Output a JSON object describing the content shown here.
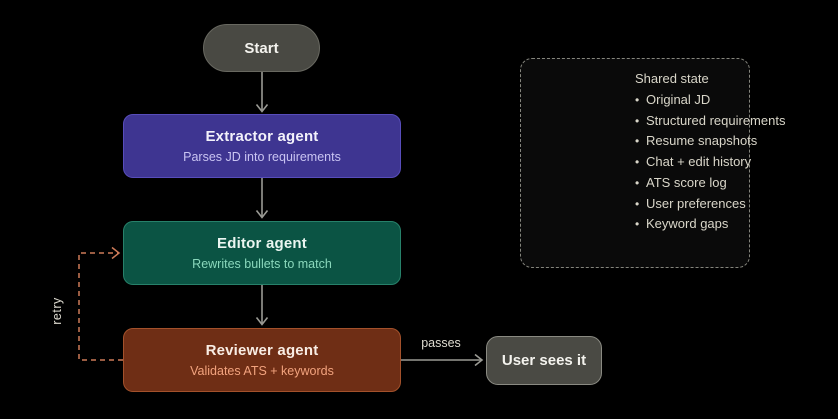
{
  "diagram": {
    "nodes": {
      "start": {
        "label": "Start",
        "fill": "#494943",
        "border": "#686860"
      },
      "extractor": {
        "title": "Extractor agent",
        "subtitle": "Parses JD into requirements",
        "fill": "#3e3591",
        "border": "#584dbb",
        "subtitle_color": "#c9c4f2"
      },
      "editor": {
        "title": "Editor agent",
        "subtitle": "Rewrites bullets to match",
        "fill": "#0b5444",
        "border": "#27816a",
        "subtitle_color": "#8ad8bc"
      },
      "reviewer": {
        "title": "Reviewer agent",
        "subtitle": "Validates ATS + keywords",
        "fill": "#6f2e15",
        "border": "#a3512b",
        "subtitle_color": "#f2a37e"
      },
      "user": {
        "label": "User sees it",
        "fill": "#4a4a44",
        "border": "#8a8a82"
      }
    },
    "edges": {
      "arrow_color": "#9a9a94",
      "passes": {
        "label": "passes"
      },
      "retry": {
        "label": "retry",
        "color": "#cd7a58"
      }
    },
    "shared_state": {
      "title": "Shared state",
      "bullet": "•",
      "items": [
        "Original JD",
        "Structured requirements",
        "Resume snapshots",
        "Chat + edit history",
        "ATS score log",
        "User preferences",
        "Keyword gaps"
      ]
    }
  }
}
